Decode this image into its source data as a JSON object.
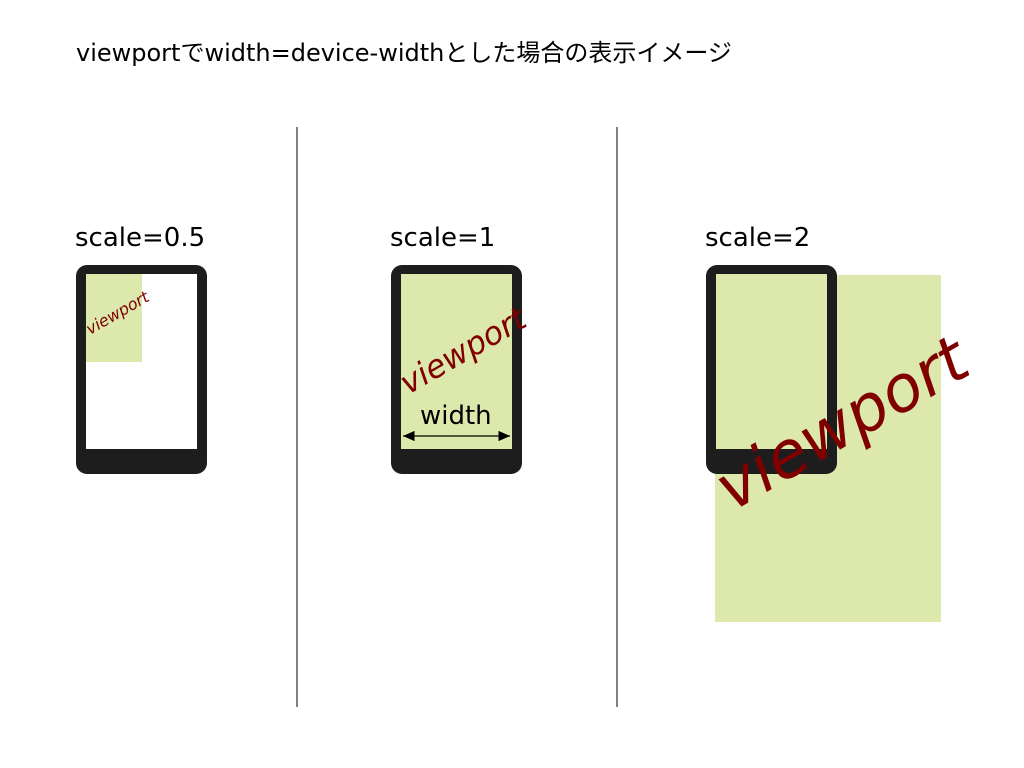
{
  "title": "viewportでwidth=device-widthとした場合の表示イメージ",
  "panels": [
    {
      "scale_label": "scale=0.5",
      "viewport_label": "viewport"
    },
    {
      "scale_label": "scale=1",
      "viewport_label": "viewport",
      "width_label": "width"
    },
    {
      "scale_label": "scale=2",
      "viewport_label": "viewport"
    }
  ],
  "colors": {
    "viewport_fill": "#dde8ad",
    "viewport_text": "#800000",
    "phone_body": "#1d1d1d",
    "screen": "#ffffff",
    "divider": "#000000"
  }
}
